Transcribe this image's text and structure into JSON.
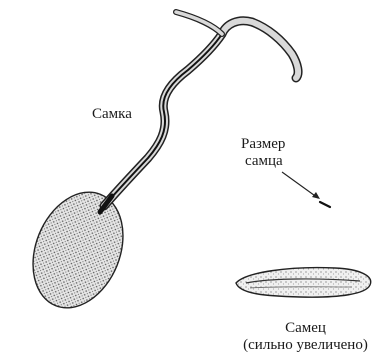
{
  "labels": {
    "female": "Самка",
    "size_line1": "Размер",
    "size_line2": "самца",
    "male_line1": "Самец",
    "male_line2": "(сильно увеличено)"
  }
}
